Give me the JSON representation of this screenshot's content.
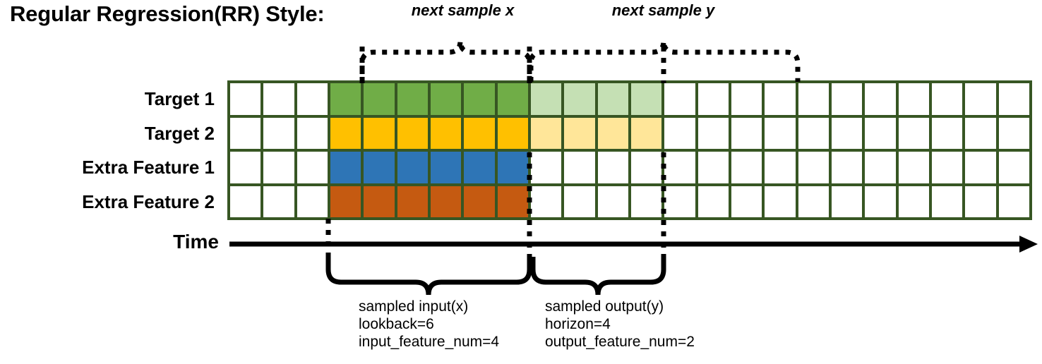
{
  "title": "Regular Regression(RR) Style:",
  "axis": {
    "time_label": "Time",
    "arrow_icon": "right-arrow-icon"
  },
  "colors": {
    "grid_border": "#375623",
    "target1": "#70AD47",
    "target1_light": "#C5E0B4",
    "target2": "#FFC000",
    "target2_light": "#FFE699",
    "extra1": "#2E75B6",
    "extra2": "#C55A11",
    "empty": "#FFFFFF",
    "annotation": "#000000"
  },
  "grid": {
    "columns": 24,
    "rows": [
      {
        "label": "Target 1",
        "cells": [
          "empty",
          "empty",
          "empty",
          "target1",
          "target1",
          "target1",
          "target1",
          "target1",
          "target1",
          "target1_light",
          "target1_light",
          "target1_light",
          "target1_light",
          "empty",
          "empty",
          "empty",
          "empty",
          "empty",
          "empty",
          "empty",
          "empty",
          "empty",
          "empty",
          "empty"
        ]
      },
      {
        "label": "Target 2",
        "cells": [
          "empty",
          "empty",
          "empty",
          "target2",
          "target2",
          "target2",
          "target2",
          "target2",
          "target2",
          "target2_light",
          "target2_light",
          "target2_light",
          "target2_light",
          "empty",
          "empty",
          "empty",
          "empty",
          "empty",
          "empty",
          "empty",
          "empty",
          "empty",
          "empty",
          "empty"
        ]
      },
      {
        "label": "Extra Feature 1",
        "cells": [
          "empty",
          "empty",
          "empty",
          "extra1",
          "extra1",
          "extra1",
          "extra1",
          "extra1",
          "extra1",
          "empty",
          "empty",
          "empty",
          "empty",
          "empty",
          "empty",
          "empty",
          "empty",
          "empty",
          "empty",
          "empty",
          "empty",
          "empty",
          "empty",
          "empty"
        ]
      },
      {
        "label": "Extra Feature 2",
        "cells": [
          "empty",
          "empty",
          "empty",
          "extra2",
          "extra2",
          "extra2",
          "extra2",
          "extra2",
          "extra2",
          "empty",
          "empty",
          "empty",
          "empty",
          "empty",
          "empty",
          "empty",
          "empty",
          "empty",
          "empty",
          "empty",
          "empty",
          "empty",
          "empty",
          "empty"
        ]
      }
    ]
  },
  "top_annotations": {
    "next_sample_x": "next sample x",
    "next_sample_y": "next sample y"
  },
  "bottom_annotations": {
    "input": {
      "line1": "sampled input(x)",
      "line2": "lookback=6",
      "line3": "input_feature_num=4"
    },
    "output": {
      "line1": "sampled output(y)",
      "line2": "horizon=4",
      "line3": "output_feature_num=2"
    }
  }
}
